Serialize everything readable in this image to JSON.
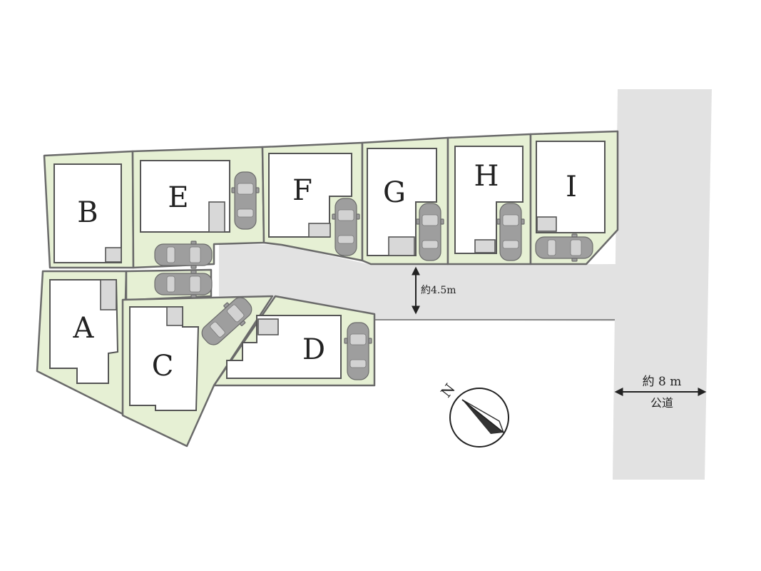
{
  "lots": [
    "A",
    "B",
    "C",
    "D",
    "E",
    "F",
    "G",
    "H",
    "I"
  ],
  "private_road": {
    "width_label": "約4.5m"
  },
  "public_road": {
    "width_label": "約 8 m",
    "name": "公道"
  },
  "compass": {
    "north_label": "N"
  },
  "colors": {
    "lot_fill": "#e6f0d4",
    "road": "#e2e2e2",
    "outline": "#6a6a6a",
    "car": "#9e9e9e"
  }
}
